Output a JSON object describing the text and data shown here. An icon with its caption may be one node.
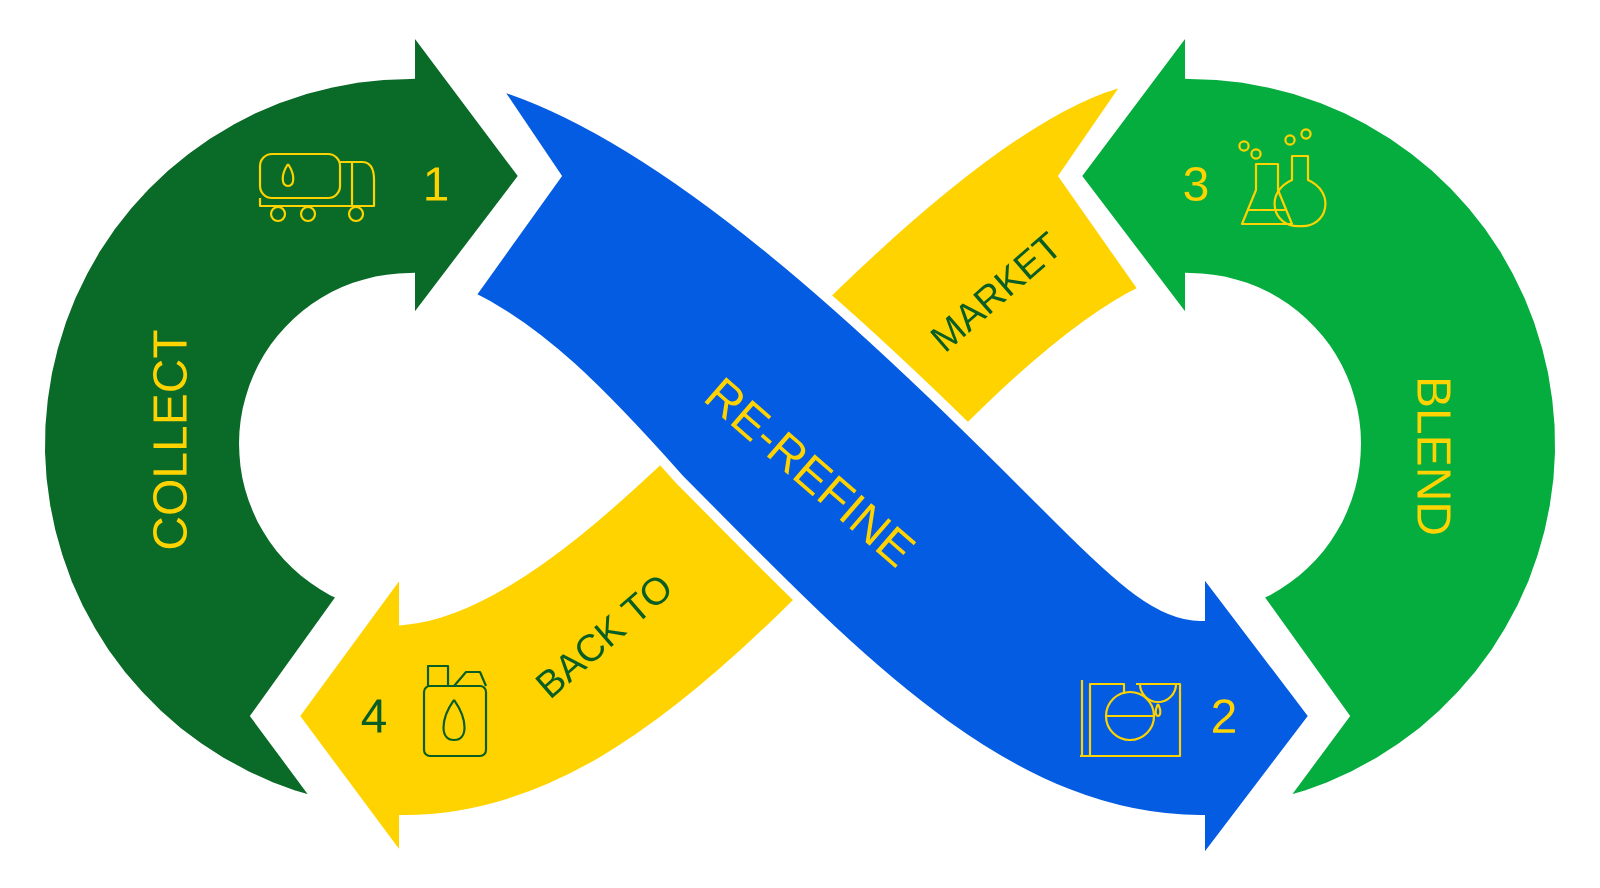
{
  "diagram": {
    "nodes": [
      {
        "text": [
          "COLLECT",
          "1"
        ]
      },
      {
        "text": [
          "RE-REFINE",
          "2"
        ]
      },
      {
        "text": [
          "BLEND",
          "3"
        ]
      },
      {
        "text": [
          "BACK TO",
          "MARKET",
          "4"
        ]
      }
    ]
  }
}
